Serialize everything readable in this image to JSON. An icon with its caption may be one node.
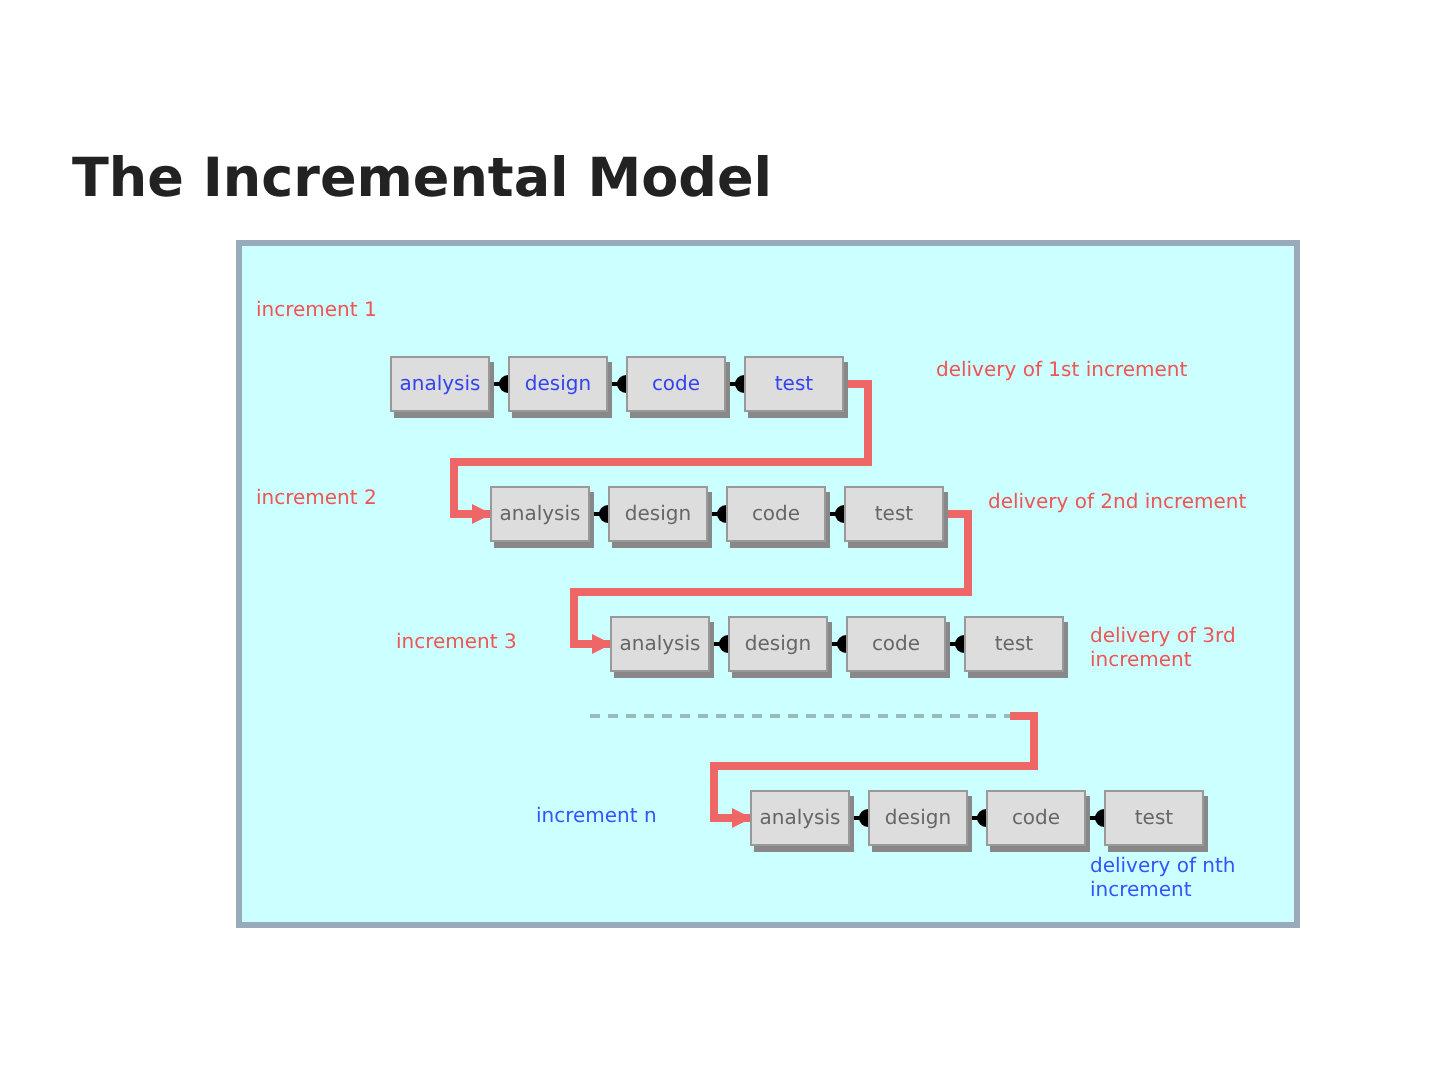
{
  "diagram": {
    "title": "The Incremental Model",
    "nodes": [
      {
        "text": [
          "analysis"
        ]
      },
      {
        "text": [
          "design"
        ]
      },
      {
        "text": [
          "code"
        ]
      },
      {
        "text": [
          "test"
        ]
      },
      {
        "text": [
          "analysis"
        ]
      },
      {
        "text": [
          "design"
        ]
      },
      {
        "text": [
          "code"
        ]
      },
      {
        "text": [
          "test"
        ]
      },
      {
        "text": [
          "analysis"
        ]
      },
      {
        "text": [
          "design"
        ]
      },
      {
        "text": [
          "code"
        ]
      },
      {
        "text": [
          "test"
        ]
      },
      {
        "text": [
          "analysis"
        ]
      },
      {
        "text": [
          "design"
        ]
      },
      {
        "text": [
          "code"
        ]
      },
      {
        "text": [
          "test"
        ]
      }
    ],
    "edges": [
      {
        "from": 0,
        "to": 1,
        "arrow": "other"
      },
      {
        "from": 1,
        "to": 2,
        "arrow": "other"
      },
      {
        "from": 2,
        "to": 3,
        "arrow": "other"
      },
      {
        "from": 3,
        "to": 4,
        "arrow": "to",
        "style": "thick",
        "color": "#ee6666"
      },
      {
        "from": 4,
        "to": 5,
        "arrow": "other"
      },
      {
        "from": 5,
        "to": 6,
        "arrow": "other"
      },
      {
        "from": 6,
        "to": 7,
        "arrow": "other"
      },
      {
        "from": 7,
        "to": 8,
        "arrow": "to",
        "style": "thick",
        "color": "#ee6666"
      },
      {
        "from": 8,
        "to": 9,
        "arrow": "other"
      },
      {
        "from": 9,
        "to": 10,
        "arrow": "other"
      },
      {
        "from": 10,
        "to": 11,
        "arrow": "other"
      },
      {
        "from": null,
        "to": 12,
        "arrow": "to",
        "style": "thick",
        "color": "#ee6666"
      },
      {
        "from": 12,
        "to": 13,
        "arrow": "other"
      },
      {
        "from": 13,
        "to": 14,
        "arrow": "other"
      },
      {
        "from": 14,
        "to": 15,
        "arrow": "other"
      }
    ],
    "labels": [
      "increment 1",
      "delivery of 1st increment",
      "increment 2",
      "delivery of 2nd increment",
      "increment 3",
      "delivery of 3rd increment",
      "increment n",
      "delivery of nth increment"
    ]
  }
}
